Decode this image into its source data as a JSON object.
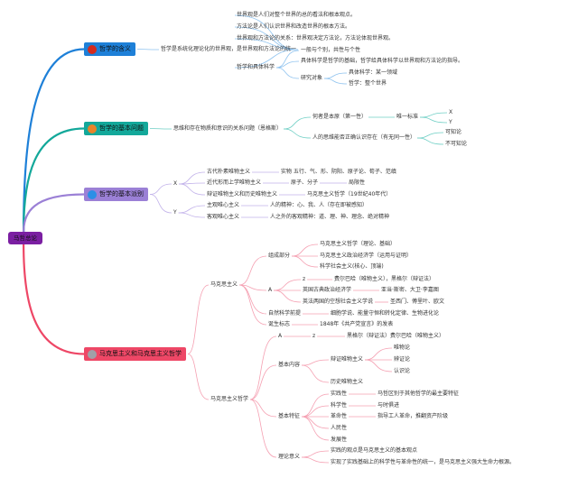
{
  "root": "马哲总论",
  "colors": {
    "root": "#7b1fa2",
    "b1": "#1e80d8",
    "b2": "#13a89a",
    "b3": "#9b80d6",
    "b4": "#ee4766"
  },
  "b1": {
    "title": "哲学的含义",
    "icon": "red-circle-icon",
    "definition": "哲学是系统化理论化的世界观，是世界观和方法论的统一",
    "items": [
      "世界观是人们对整个世界的总的看法和根本观点。",
      "方法论是人们认识世界和改造世界的根本方法。",
      "世界观和方法论的关系：世界观决定方法论，方法论体现世界观。",
      "哲学和具体科学"
    ],
    "science": [
      "一般与个别，共性与个性",
      "具体科学是哲学的基础，哲学给具体科学以世界观和方法论的指导。",
      "研究对象"
    ],
    "objects": [
      "具体科学：某一领域",
      "哲学：整个世界"
    ]
  },
  "b2": {
    "title": "哲学的基本问题",
    "icon": "orange-circle-icon",
    "definition": "思维和存在物质和意识的关系问题（恩格斯）",
    "q1": "何者是本原（第一性）",
    "q1_std": "唯一标准",
    "q1_opts": [
      "X",
      "Y"
    ],
    "q2": "人的思维能否正确认识存在（有无同一性）",
    "q2_opts": [
      "可知论",
      "不可知论"
    ]
  },
  "b3": {
    "title": "哲学的基本派别",
    "icon": "blue-circle-icon",
    "x": "X",
    "y": "Y",
    "x_items": [
      "古代朴素唯物主义",
      "近代形而上学唯物主义",
      "辩证唯物主义和历史唯物主义"
    ],
    "x_vals": [
      "实物 五行、气、形、阴阳、原子论、荀子、范缜",
      "原子、分子",
      "局限性",
      "马克思主义哲学（19世纪40年代）"
    ],
    "y_items": [
      "主观唯心主义",
      "客观唯心主义"
    ],
    "y_vals": [
      "人的精神：心、我、人（存在即被感知）",
      "人之外的客观精神：道、理、神、理念、绝对精神"
    ]
  },
  "b4": {
    "title": "马克思主义和马克思主义哲学",
    "icon": "grey-circle-icon",
    "marxism": {
      "title": "马克思主义",
      "parts_label": "组成部分",
      "parts": [
        "马克思主义哲学（理论、基础）",
        "马克思主义政治经济学（运用与证明）",
        "科学社会主义(核心、顶端)"
      ],
      "a_label": "A",
      "a_items": [
        "z",
        "英国古典政治经济学",
        "英法两国的空想社会主义学说"
      ],
      "a_vals": [
        "费尔巴哈（唯物主义），黑格尔（辩证法）",
        "亚当·斯密、大卫·李嘉图",
        "圣西门、傅里叶、欧文"
      ],
      "science_label": "自然科学前提",
      "science_val": "细胞学说、能量守恒和转化定律、生物进化论",
      "birth_label": "诞生标志",
      "birth_val": "1848年《共产党宣言》的发表"
    },
    "philosophy": {
      "title": "马克思主义哲学",
      "a_label": "A",
      "a_z": "z",
      "a_val": "黑格尔（辩证法）费尔巴哈（唯物主义）",
      "content_label": "基本内容",
      "dialectical": "辩证唯物主义",
      "dialectical_items": [
        "唯物论",
        "辨证论",
        "认识论"
      ],
      "historical": "历史唯物主义",
      "features_label": "基本特征",
      "features": [
        "实践性",
        "科学性",
        "革命性",
        "人民性",
        "发展性"
      ],
      "feature_vals": [
        "马哲区别于其他哲学的最主要特征",
        "与时俱进",
        "指导工人革命，推翻资产阶级"
      ],
      "meaning_label": "理论意义",
      "meaning": [
        "实践的观点是马克思主义的基本观点",
        "实现了实践基础上的科学性与革命性的统一，是马克思主义强大生命力根源。"
      ]
    }
  }
}
